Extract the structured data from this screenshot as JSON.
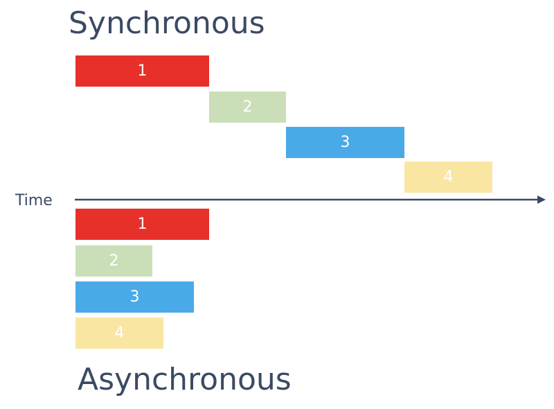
{
  "titles": {
    "sync": "Synchronous",
    "async": "Asynchronous"
  },
  "axis": {
    "label": "Time"
  },
  "colors": {
    "task1": "#e8302a",
    "task2": "#cadfb8",
    "task3": "#4aaae8",
    "task4": "#fae6a3",
    "axis": "#3b4a63"
  },
  "sync_tasks": [
    {
      "label": "1"
    },
    {
      "label": "2"
    },
    {
      "label": "3"
    },
    {
      "label": "4"
    }
  ],
  "async_tasks": [
    {
      "label": "1"
    },
    {
      "label": "2"
    },
    {
      "label": "3"
    },
    {
      "label": "4"
    }
  ]
}
